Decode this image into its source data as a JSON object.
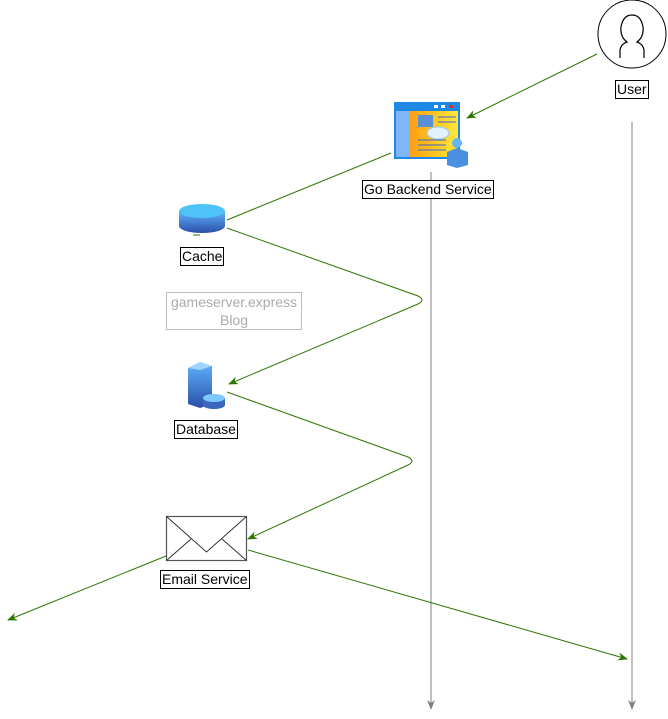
{
  "nodes": {
    "user": {
      "label": "User",
      "icon": "user-icon"
    },
    "backend": {
      "label": "Go Backend Service",
      "icon": "web-app-icon"
    },
    "cache": {
      "label": "Cache",
      "icon": "cache-cylinder-icon"
    },
    "database": {
      "label": "Database",
      "icon": "database-server-icon"
    },
    "email": {
      "label": "Email Service",
      "icon": "envelope-icon"
    }
  },
  "watermark": {
    "line1": "gameserver.express",
    "line2": "Blog"
  },
  "colors": {
    "edge": "#2d7600",
    "lifeline": "#808080"
  }
}
